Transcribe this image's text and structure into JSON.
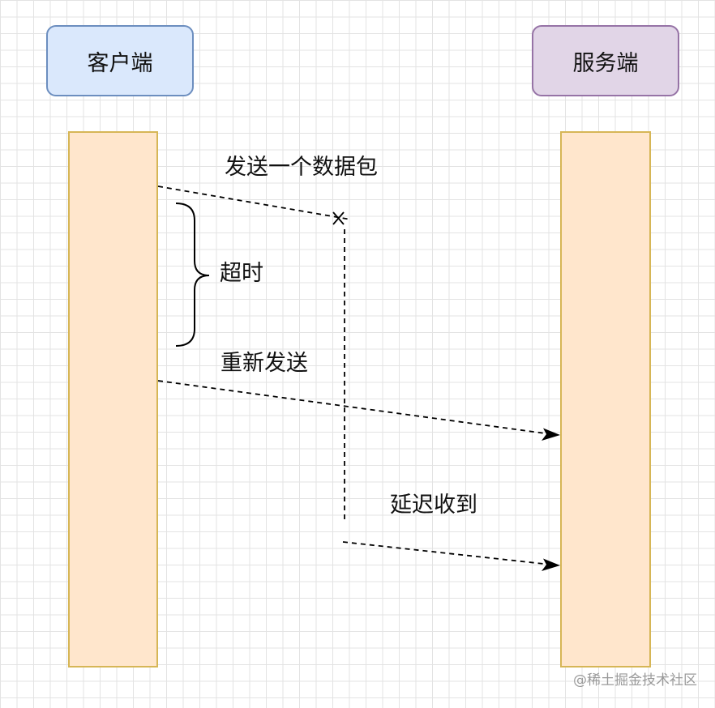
{
  "actors": {
    "client": "客户端",
    "server": "服务端"
  },
  "messages": {
    "send_packet": "发送一个数据包",
    "timeout": "超时",
    "resend": "重新发送",
    "delayed_receive": "延迟收到"
  },
  "watermark": "@稀土掘金技术社区",
  "colors": {
    "client_fill": "#dae8fc",
    "client_border": "#6c8ebf",
    "server_fill": "#e1d5e7",
    "server_border": "#9673a6",
    "lifeline_fill": "#ffe6cc",
    "lifeline_border": "#d6b656",
    "line": "#000000"
  }
}
